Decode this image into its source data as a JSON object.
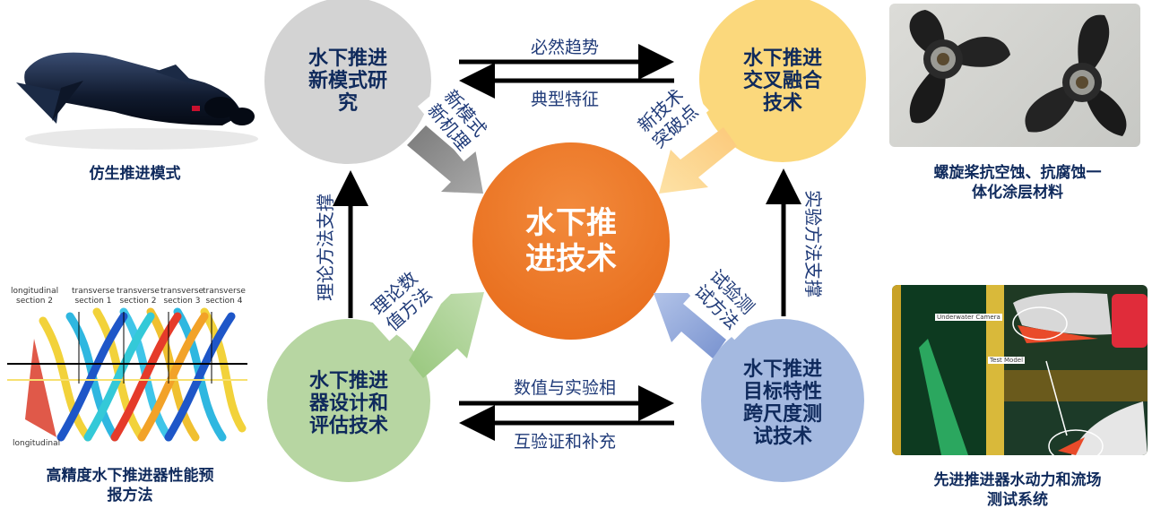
{
  "center": {
    "title": "水下推进技术",
    "line1": "水下推",
    "line2": "进技术",
    "color": "#f07f2e"
  },
  "nodes": {
    "top_left": {
      "lines": [
        "水下推进",
        "新模式研",
        "究"
      ],
      "color": "#d3d3d3"
    },
    "top_right": {
      "lines": [
        "水下推进",
        "交叉融合",
        "技术"
      ],
      "color": "#fbd87c"
    },
    "bottom_left": {
      "lines": [
        "水下推进",
        "器设计和",
        "评估技术"
      ],
      "color": "#b7d6a2"
    },
    "bottom_right": {
      "lines": [
        "水下推进",
        "目标特性",
        "跨尺度测",
        "试技术"
      ],
      "color": "#a4b9e0"
    }
  },
  "horizontal_links": {
    "top": {
      "forward": "必然趋势",
      "backward": "典型特征"
    },
    "bottom": {
      "forward": "数值与实验相",
      "backward": "互验证和补充"
    }
  },
  "vertical_links": {
    "left": "理论方法支撑",
    "right": "实验方法支撑"
  },
  "diagonal_links": {
    "top_left": {
      "lines": [
        "新模式",
        "新机理"
      ],
      "color": "#8c8c8c"
    },
    "top_right": {
      "lines": [
        "新技术",
        "突破点"
      ],
      "color": "#fcd188"
    },
    "bottom_left": {
      "lines": [
        "理论数",
        "值方法"
      ],
      "color": "#a9d18e"
    },
    "bottom_right": {
      "lines": [
        "试验测",
        "试方法"
      ],
      "color": "#8fa8db"
    }
  },
  "photos": {
    "top_left": {
      "caption_lines": [
        "仿生推进模式"
      ],
      "subject": "bionic-underwater-vehicle"
    },
    "top_right": {
      "caption_lines": [
        "螺旋桨抗空蚀、抗腐蚀一",
        "体化涂层材料"
      ],
      "subject": "coated-propellers"
    },
    "bottom_left": {
      "caption_lines": [
        "高精度水下推进器性能预",
        "报方法"
      ],
      "subject": "vortex-simulation",
      "annotations": [
        "longitudinal",
        "section 2",
        "transverse",
        "section 1",
        "transverse",
        "section 2",
        "transverse",
        "section 3",
        "transverse",
        "section 4",
        "longitudinal"
      ]
    },
    "bottom_right": {
      "caption_lines": [
        "先进推进器水动力和流场",
        "测试系统"
      ],
      "subject": "flow-field-test-system",
      "annotations": [
        "Underwater Camera",
        "Test Model"
      ]
    }
  }
}
